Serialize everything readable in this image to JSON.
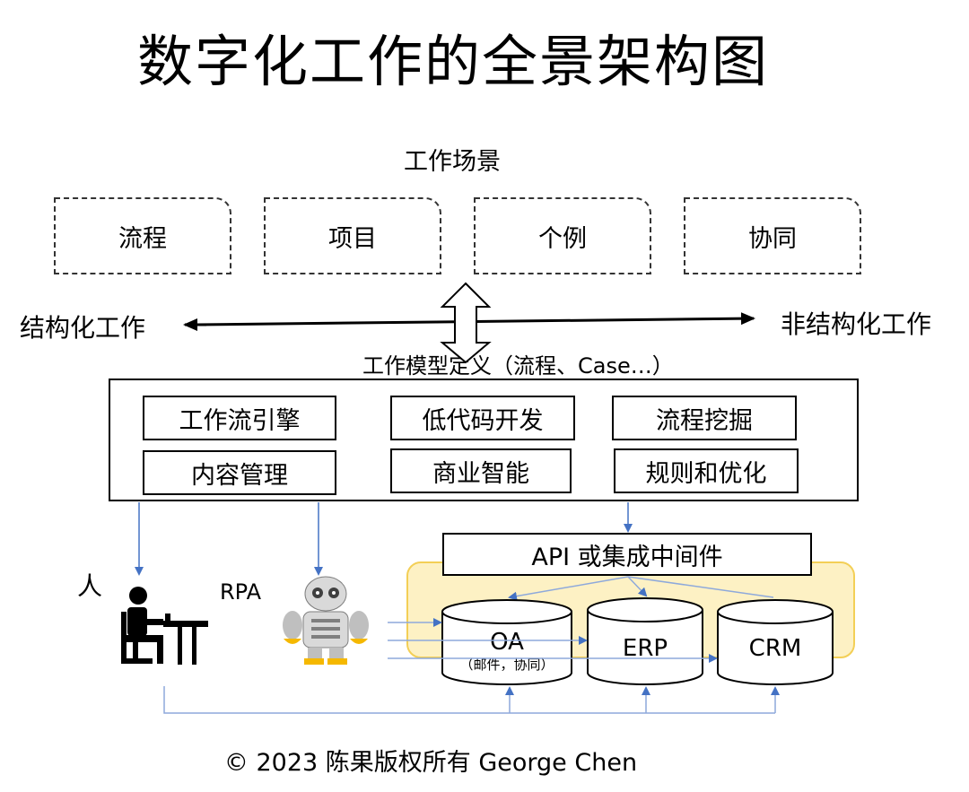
{
  "title": "数字化工作的全景架构图",
  "scene_label": "工作场景",
  "scenes": [
    "流程",
    "项目",
    "个例",
    "协同"
  ],
  "axis": {
    "left": "结构化工作",
    "right": "非结构化工作"
  },
  "model_label": "工作模型定义（流程、Case…）",
  "capabilities": [
    "工作流引擎",
    "低代码开发",
    "流程挖掘",
    "内容管理",
    "商业智能",
    "规则和优化"
  ],
  "api_label": "API 或集成中间件",
  "actors": {
    "person": "人",
    "rpa": "RPA"
  },
  "systems": {
    "oa": "OA",
    "oa_sub": "（邮件，协同）",
    "erp": "ERP",
    "crm": "CRM"
  },
  "copyright": "© 2023 陈果版权所有 George Chen",
  "colors": {
    "connector": "#4472c4",
    "highlight_fill": "#fdf1c4",
    "highlight_border": "#f3cf56",
    "robot_accent": "#f5b800"
  }
}
